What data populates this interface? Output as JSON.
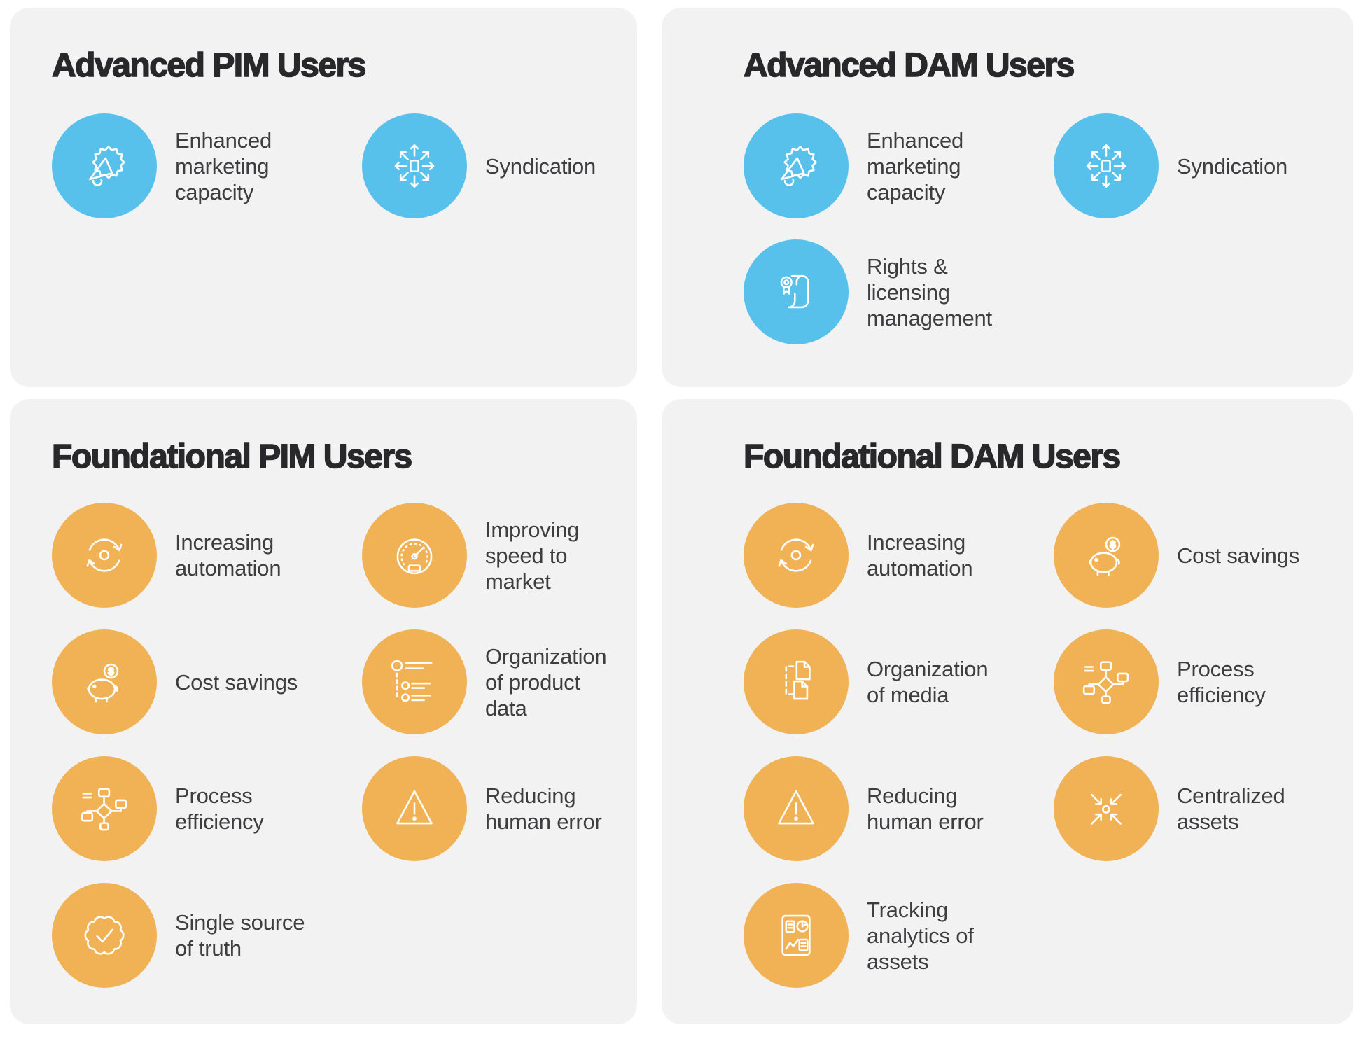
{
  "colors": {
    "page-bg": "#FFFFFF",
    "card-bg": "#F2F2F2",
    "blue": "#58C1EB",
    "orange": "#F0B254",
    "heading": "#28282A",
    "label": "#3E3E40"
  },
  "cards": [
    {
      "id": "advanced-pim",
      "title": "Advanced PIM Users",
      "accent": "blue",
      "items": [
        {
          "icon": "megaphone-burst-icon",
          "label": "Enhanced\nmarketing\ncapacity"
        },
        {
          "icon": "syndication-icon",
          "label": "Syndication"
        }
      ]
    },
    {
      "id": "advanced-dam",
      "title": "Advanced DAM Users",
      "accent": "blue",
      "items": [
        {
          "icon": "megaphone-burst-icon",
          "label": "Enhanced\nmarketing\ncapacity"
        },
        {
          "icon": "syndication-icon",
          "label": "Syndication"
        },
        {
          "icon": "rights-licensing-icon",
          "label": "Rights &\nlicensing\nmanagement"
        }
      ]
    },
    {
      "id": "foundational-pim",
      "title": "Foundational PIM Users",
      "accent": "orange",
      "items": [
        {
          "icon": "automation-cycle-icon",
          "label": "Increasing\nautomation"
        },
        {
          "icon": "speedometer-icon",
          "label": "Improving\nspeed to\nmarket"
        },
        {
          "icon": "piggy-bank-icon",
          "label": "Cost savings"
        },
        {
          "icon": "product-data-list-icon",
          "label": "Organization\nof product\ndata"
        },
        {
          "icon": "flowchart-icon",
          "label": "Process\nefficiency"
        },
        {
          "icon": "warning-triangle-icon",
          "label": "Reducing\nhuman error"
        },
        {
          "icon": "seal-check-icon",
          "label": "Single source\nof truth"
        }
      ]
    },
    {
      "id": "foundational-dam",
      "title": "Foundational DAM Users",
      "accent": "orange",
      "items": [
        {
          "icon": "automation-cycle-icon",
          "label": "Increasing\nautomation"
        },
        {
          "icon": "piggy-bank-icon",
          "label": "Cost savings"
        },
        {
          "icon": "media-docs-icon",
          "label": "Organization\nof media"
        },
        {
          "icon": "flowchart-icon",
          "label": "Process\nefficiency"
        },
        {
          "icon": "warning-triangle-icon",
          "label": "Reducing\nhuman error"
        },
        {
          "icon": "centralized-arrows-icon",
          "label": "Centralized\nassets"
        },
        {
          "icon": "analytics-doc-icon",
          "label": "Tracking\nanalytics of\nassets"
        }
      ]
    }
  ]
}
